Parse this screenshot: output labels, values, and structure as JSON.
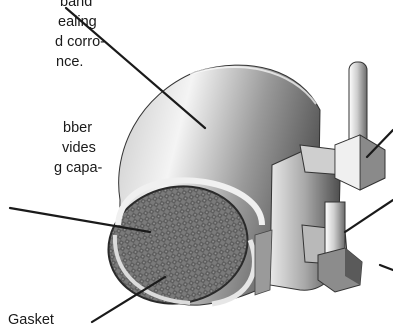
{
  "callouts": {
    "band_text": [
      "band",
      "ealing",
      "d corro-",
      "nce."
    ],
    "rubber_text": [
      "bber",
      "vides",
      "g capa-"
    ],
    "gasket_label": "Gasket"
  },
  "colors": {
    "line": "#1a1a1a",
    "metal_light": "#f2f2f2",
    "metal_dark": "#555555",
    "mesh": "#6f6f6f"
  },
  "icons": [
    "pipe-repair-clamp-illustration",
    "bolt-icon",
    "nut-icon"
  ]
}
